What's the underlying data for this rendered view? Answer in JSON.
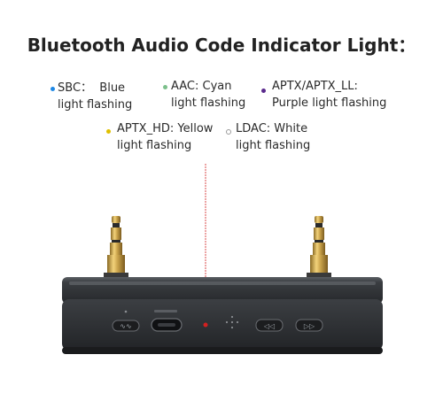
{
  "title": "Bluetooth Audio Code Indicator Light：",
  "legend": [
    {
      "key": "sbc",
      "text_line1": "SBC：  Blue",
      "text_line2": "light flashing",
      "dot_color": "#1e88e5"
    },
    {
      "key": "aac",
      "text_line1": "AAC: Cyan",
      "text_line2": "light flashing",
      "dot_color": "#7bbf8a"
    },
    {
      "key": "aptx",
      "text_line1": "APTX/APTX_LL:",
      "text_line2": "Purple light flashing",
      "dot_color": "#5a2a8c"
    },
    {
      "key": "aptx_hd",
      "text_line1": "APTX_HD: Yellow",
      "text_line2": "light flashing",
      "dot_color": "#e0c000"
    },
    {
      "key": "ldac",
      "text_line1": "LDAC: White",
      "text_line2": "light flashing",
      "dot_color": "#ffffff"
    }
  ],
  "device": {
    "body_color": "#2f3236",
    "plug_gold": "#c9a24a",
    "indicator_line_color": "#d94a4a",
    "indicator_led_color": "#d32020"
  }
}
